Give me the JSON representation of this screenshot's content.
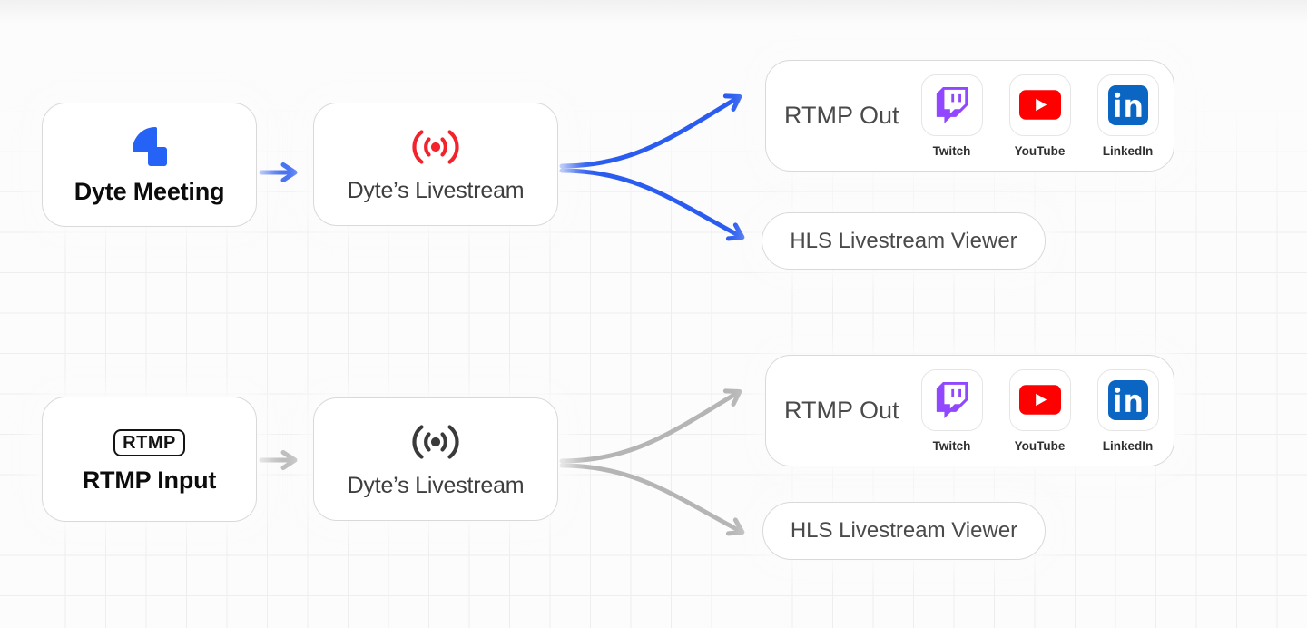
{
  "colors": {
    "arrow_active": "#2b5cf0",
    "arrow_inactive": "#b5b5b5",
    "dyte_blue": "#2563f6",
    "broadcast_red": "#f2232b",
    "broadcast_dark": "#3a3a3a",
    "twitch_purple": "#9146ff",
    "youtube_red": "#ff0000",
    "linkedin_blue": "#0a66c2"
  },
  "flows": [
    {
      "name": "dyte-meeting-flow",
      "source": {
        "label": "Dyte Meeting",
        "icon": "dyte-logo"
      },
      "livestream": {
        "label": "Dyte’s Livestream",
        "icon": "broadcast"
      },
      "rtmp_out": {
        "label": "RTMP Out",
        "platforms": [
          {
            "label": "Twitch"
          },
          {
            "label": "YouTube"
          },
          {
            "label": "LinkedIn"
          }
        ]
      },
      "hls_viewer": {
        "label": "HLS Livestream Viewer"
      }
    },
    {
      "name": "rtmp-input-flow",
      "source": {
        "label": "RTMP Input",
        "badge": "RTMP",
        "icon": "rtmp-badge"
      },
      "livestream": {
        "label": "Dyte’s Livestream",
        "icon": "broadcast"
      },
      "rtmp_out": {
        "label": "RTMP Out",
        "platforms": [
          {
            "label": "Twitch"
          },
          {
            "label": "YouTube"
          },
          {
            "label": "LinkedIn"
          }
        ]
      },
      "hls_viewer": {
        "label": "HLS Livestream Viewer"
      }
    }
  ]
}
